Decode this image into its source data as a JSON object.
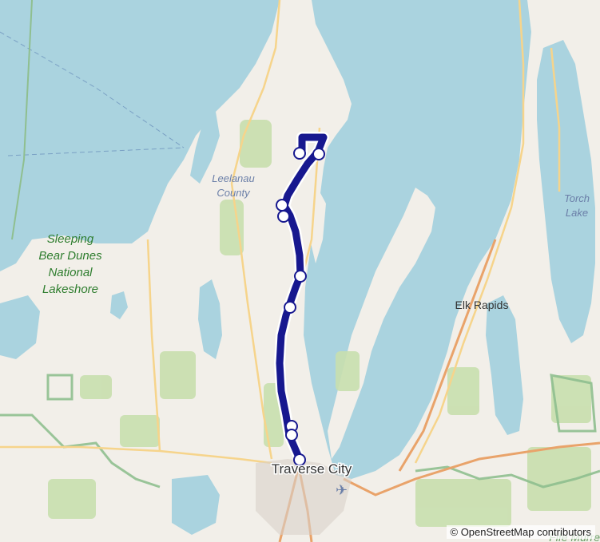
{
  "map": {
    "labels": {
      "leelanau_line1": "Leelanau",
      "leelanau_line2": "County",
      "sleeping_line1": "Sleeping",
      "sleeping_line2": "Bear Dunes",
      "sleeping_line3": "National",
      "sleeping_line4": "Lakeshore",
      "torch_line1": "Torch",
      "torch_line2": "Lake",
      "elk_rapids": "Elk Rapids",
      "traverse_city": "Traverse City",
      "corner_label": "Fife Murre"
    },
    "attribution": "© OpenStreetMap contributors",
    "colors": {
      "water": "#aad3df",
      "land": "#f2efe9",
      "forest": "#c8dfae",
      "road_primary": "#e9a36a",
      "road_secondary": "#f6d48b",
      "route": "#17188f",
      "marker_fill": "#ffffff",
      "park_border": "#8fbf8f",
      "label_green": "#2e7d2e",
      "label_blue": "#6b7fa8"
    },
    "icons": [
      "airport-icon"
    ]
  }
}
